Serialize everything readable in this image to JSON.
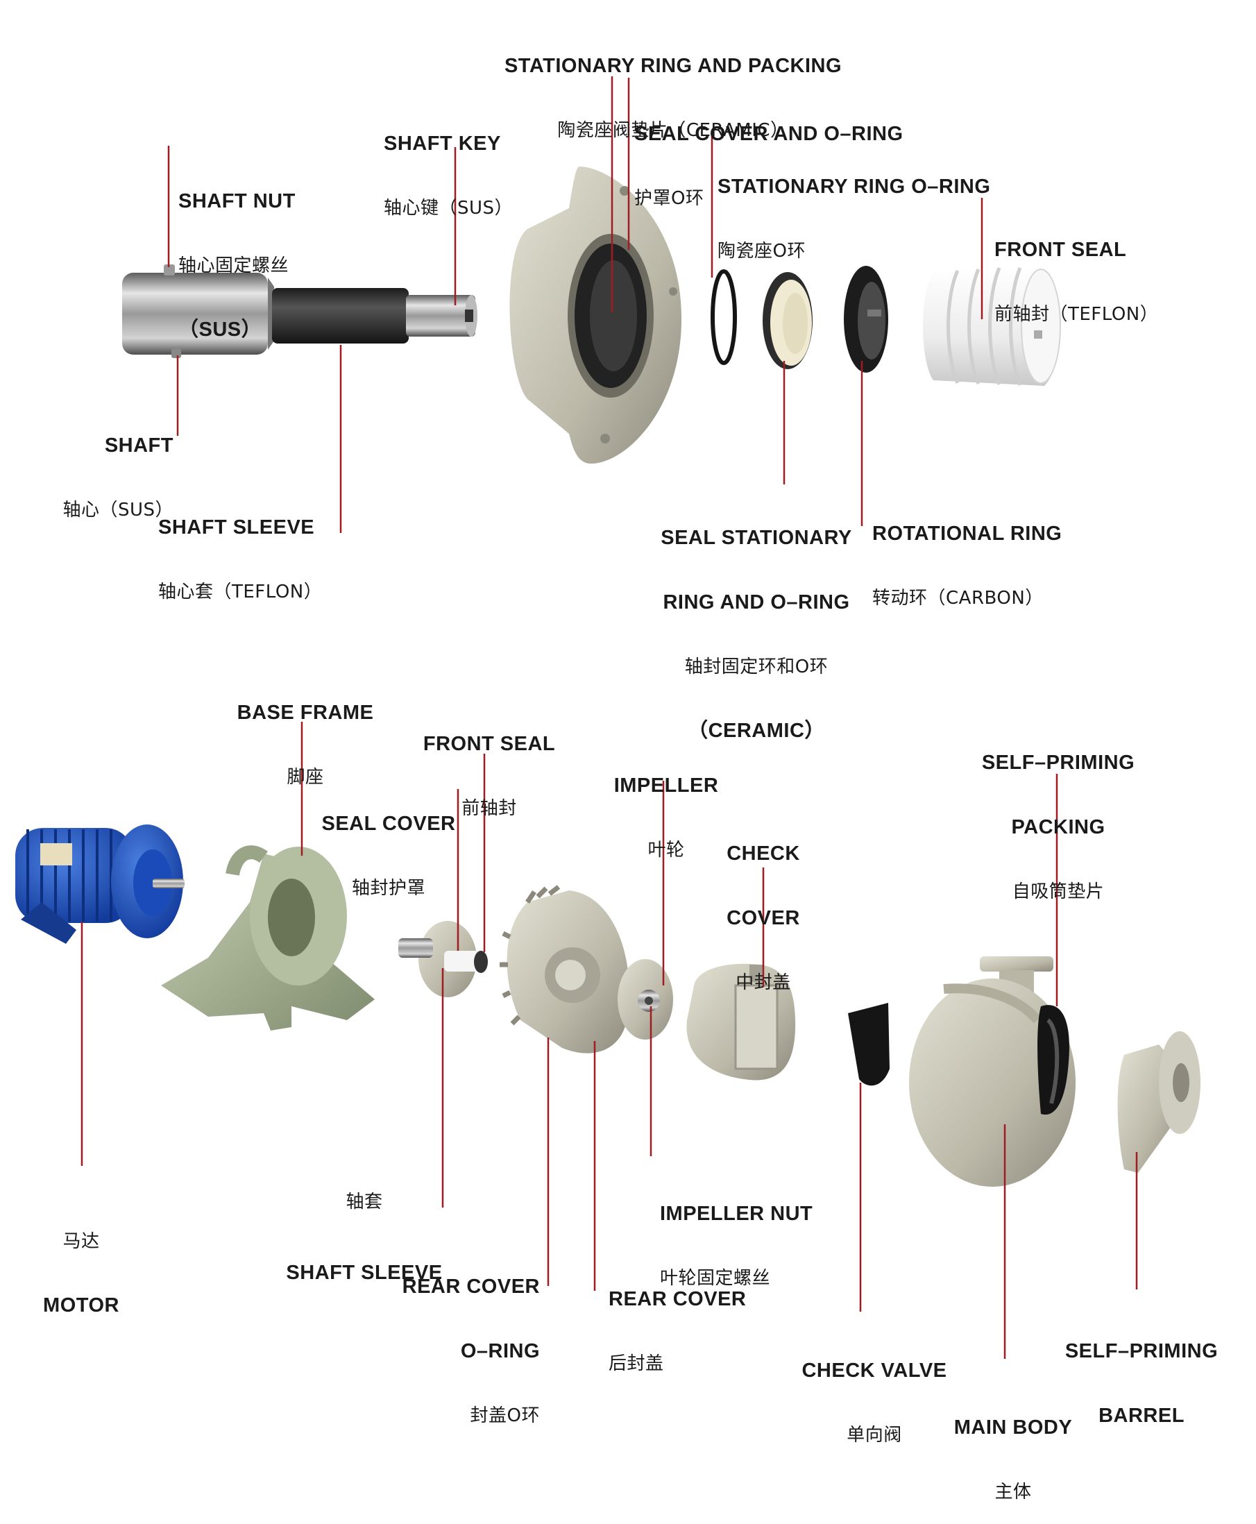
{
  "colors": {
    "leader": "#a01c22",
    "text": "#1a1a1a"
  },
  "shaft_assembly": {
    "stationary_ring_packing": {
      "en": "STATIONARY RING AND PACKING",
      "zh": "陶瓷座阀垫片（CERAMIC）"
    },
    "seal_cover_oring": {
      "en": "SEAL COVER AND O–RING",
      "zh": "护罩O环"
    },
    "shaft_key": {
      "en": "SHAFT KEY",
      "zh": "轴心键（SUS）"
    },
    "stationary_ring_oring": {
      "en": "STATIONARY RING O–RING",
      "zh": "陶瓷座O环"
    },
    "shaft_nut": {
      "en": "SHAFT NUT",
      "zh": "轴心固定螺丝",
      "zh2": "（SUS）"
    },
    "front_seal": {
      "en": "FRONT SEAL",
      "zh": "前轴封（TEFLON）"
    },
    "shaft": {
      "en": "SHAFT",
      "zh": "轴心（SUS）"
    },
    "shaft_sleeve": {
      "en": "SHAFT SLEEVE",
      "zh": "轴心套（TEFLON）"
    },
    "seal_stationary_ring": {
      "en": "SEAL STATIONARY",
      "en2": "RING AND O–RING",
      "zh": "轴封固定环和O环",
      "zh2": "（CERAMIC）"
    },
    "rotational_ring": {
      "en": "ROTATIONAL RING",
      "zh": "转动环（CARBON）"
    }
  },
  "pump_assembly": {
    "base_frame": {
      "en": "BASE FRAME",
      "zh": "脚座"
    },
    "front_seal": {
      "en": "FRONT SEAL",
      "zh": "前轴封"
    },
    "seal_cover": {
      "en": "SEAL COVER",
      "zh": "轴封护罩"
    },
    "impeller": {
      "en": "IMPELLER",
      "zh": "叶轮"
    },
    "self_priming_packing": {
      "en": "SELF–PRIMING",
      "en2": "PACKING",
      "zh": "自吸筒垫片"
    },
    "check_cover": {
      "en": "CHECK",
      "en2": "COVER",
      "zh": "中封盖"
    },
    "motor": {
      "zh": "马达",
      "en": "MOTOR"
    },
    "shaft_sleeve": {
      "zh": "轴套",
      "en": "SHAFT SLEEVE"
    },
    "impeller_nut": {
      "en": "IMPELLER NUT",
      "zh": "叶轮固定螺丝"
    },
    "rear_cover_oring": {
      "en": "REAR COVER",
      "en2": "O–RING",
      "zh": "封盖O环"
    },
    "rear_cover": {
      "en": "REAR COVER",
      "zh": "后封盖"
    },
    "check_valve": {
      "en": "CHECK VALVE",
      "zh": "单向阀"
    },
    "self_priming_barrel": {
      "en": "SELF–PRIMING",
      "en2": "BARREL"
    },
    "main_body": {
      "en": "MAIN BODY",
      "zh": "主体"
    }
  }
}
